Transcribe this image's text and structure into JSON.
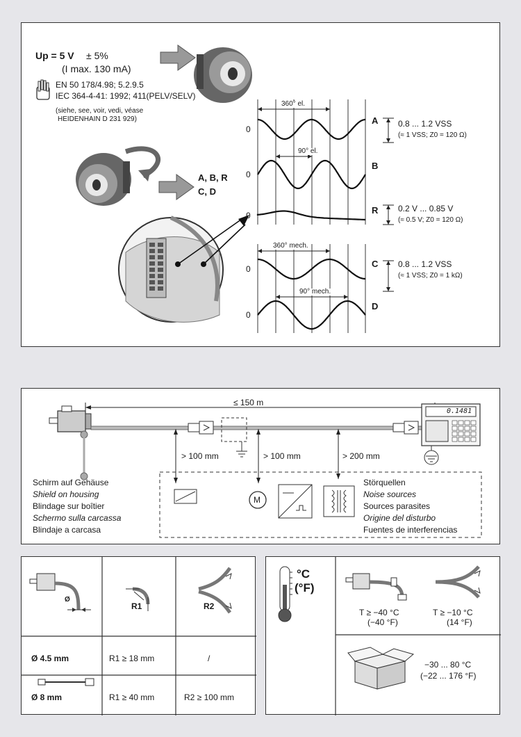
{
  "supply": {
    "up_label": "Up = 5 V",
    "tolerance": "± 5%",
    "imax": "(I max. 130 mA)",
    "standard1": "EN 50 178/4.98; 5.2.9.5",
    "standard2": "IEC 364-4-41: 1992; 411(PELV/SELV)",
    "note1": "(siehe, see, voir, vedi, véase",
    "note2": "HEIDENHAIN D 231 929)",
    "outputs_line1": "A, B, R",
    "outputs_line2": "C, D"
  },
  "signals": {
    "zero": "0",
    "el_period": "360° el.",
    "el_phase": "90° el.",
    "mech_period": "360° mech.",
    "mech_phase": "90° mech.",
    "ch_a": "A",
    "ch_b": "B",
    "ch_r": "R",
    "ch_c": "C",
    "ch_d": "D",
    "ab_amp": "0.8 ... 1.2 VSS",
    "ab_imp": "(≈ 1 VSS; Z0 = 120 Ω)",
    "r_amp": "0.2 V ... 0.85 V",
    "r_imp": "(≈ 0.5 V; Z0 = 120 Ω)",
    "cd_amp": "0.8 ... 1.2 VSS",
    "cd_imp": "(≈ 1 VSS; Z0 = 1 kΩ)"
  },
  "cable": {
    "max_length": "≤ 150 m",
    "display_value": "0.1481",
    "dist1": "> 100 mm",
    "dist2": "> 100 mm",
    "dist3": "> 200 mm",
    "shield": [
      "Schirm auf Gehäuse",
      "Shield on housing",
      "Blindage sur boîtier",
      "Schermo sulla carcassa",
      "Blindaje a carcasa"
    ],
    "noise": [
      "Störquellen",
      "Noise sources",
      "Sources parasites",
      "Origine del disturbo",
      "Fuentes de interferencias"
    ],
    "motor": "M"
  },
  "bending": {
    "diam_symbol": "Ø",
    "r1": "R1",
    "r2": "R2",
    "row1_diam": "Ø 4.5 mm",
    "row1_r1": "R1 ≥ 18 mm",
    "row1_r2": "/",
    "row2_diam": "Ø 8 mm",
    "row2_r1": "R1 ≥ 40 mm",
    "row2_r2": "R2 ≥ 100 mm"
  },
  "temperature": {
    "unit_c": "°C",
    "unit_f": "(°F)",
    "fixed_c": "T ≥ −40 °C",
    "fixed_f": "(−40 °F)",
    "flex_c": "T ≥ −10 °C",
    "flex_f": "(14 °F)",
    "storage_c": "−30 ...  80 °C",
    "storage_f": "(−22 ... 176 °F)"
  }
}
